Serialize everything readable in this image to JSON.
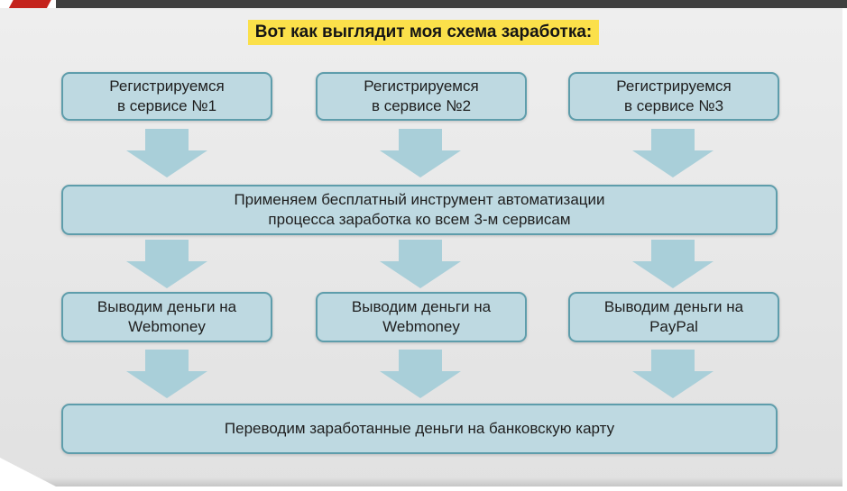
{
  "title": "Вот как выглядит моя схема заработка:",
  "flow": {
    "register": [
      "Регистрируемся\nв сервисе №1",
      "Регистрируемся\nв сервисе №2",
      "Регистрируемся\nв сервисе №3"
    ],
    "automation": "Применяем бесплатный инструмент автоматизации\nпроцесса заработка ко всем 3-м сервисам",
    "withdraw": [
      "Выводим деньги на\nWebmoney",
      "Выводим деньги на\nWebmoney",
      "Выводим деньги на\nPayPal"
    ],
    "transfer": "Переводим заработанные деньги на банковскую карту"
  },
  "colors": {
    "box_fill": "#bed9e1",
    "box_border": "#5e9dab",
    "arrow": "#a9cfd9",
    "highlight": "#fbe04a",
    "top_bar": "#3f3f3f",
    "accent_red": "#c4231c"
  }
}
